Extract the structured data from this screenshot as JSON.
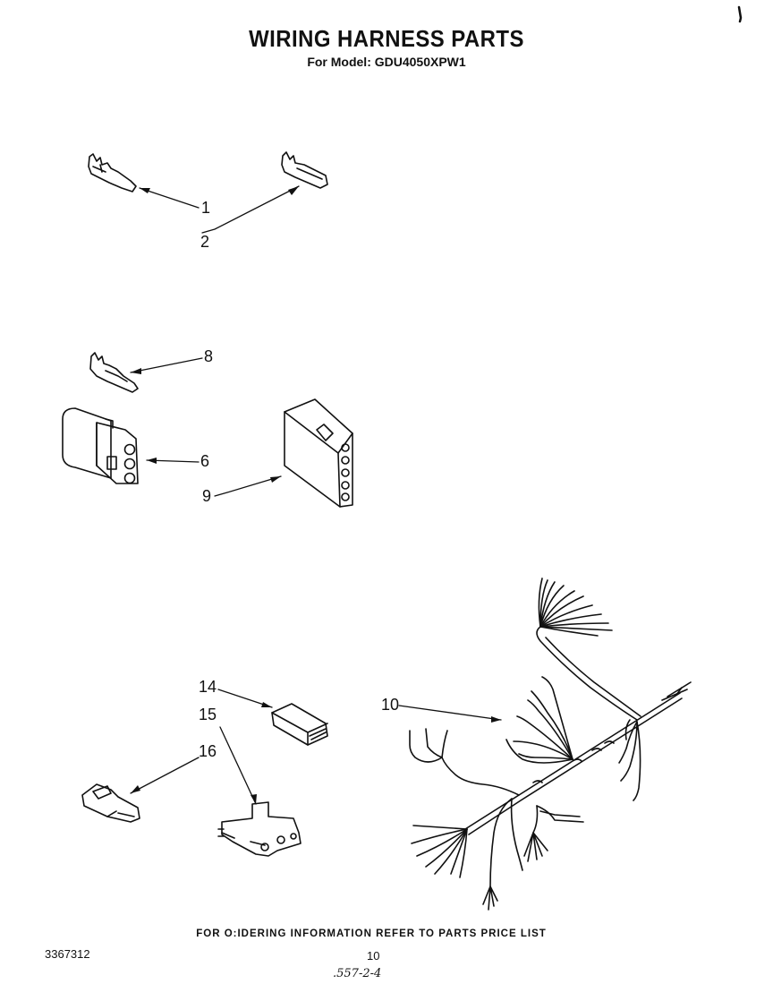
{
  "header": {
    "title": "WIRING HARNESS PARTS",
    "subtitle": "For Model: GDU4050XPW1"
  },
  "callouts": {
    "c1": "1",
    "c2": "2",
    "c8": "8",
    "c6": "6",
    "c9": "9",
    "c14": "14",
    "c15": "15",
    "c16": "16",
    "c10": "10"
  },
  "footer": {
    "ordering_note": "FOR O:IDERING INFORMATION REFER TO PARTS PRICE LIST",
    "doc_number": "3367312",
    "page_number": "10",
    "handwritten_mark": ".557-2-4"
  }
}
